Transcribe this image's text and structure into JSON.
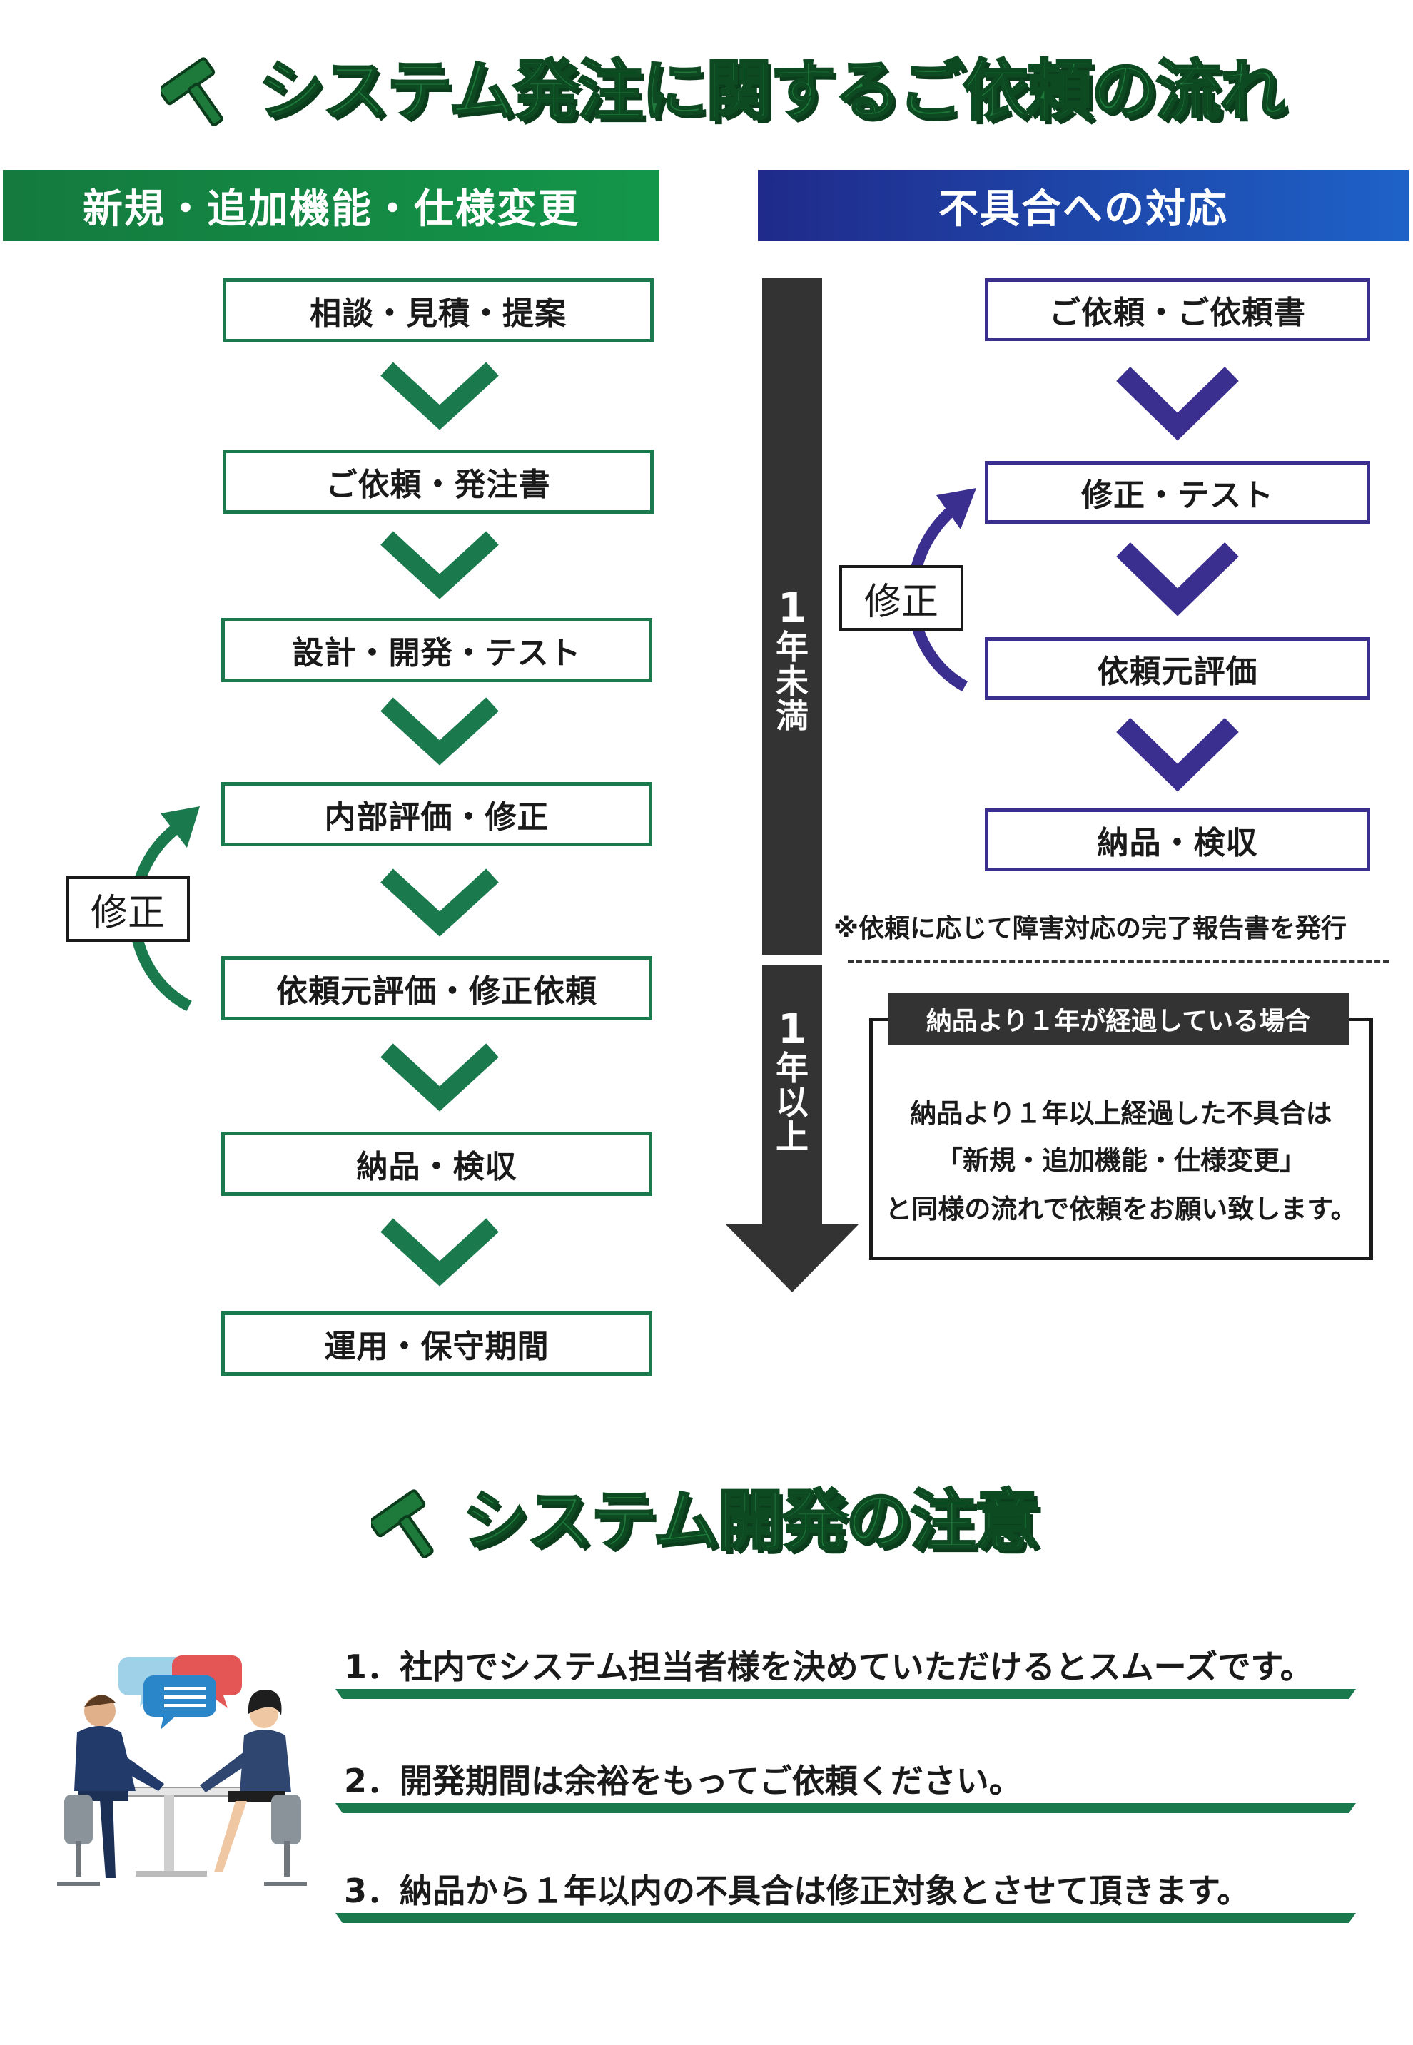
{
  "title1": "システム発注に関するご依頼の流れ",
  "title2": "システム開発の注意",
  "left": {
    "banner": "新規・追加機能・仕様変更",
    "steps": [
      "相談・見積・提案",
      "ご依頼・発注書",
      "設計・開発・テスト",
      "内部評価・修正",
      "依頼元評価・修正依頼",
      "納品・検収",
      "運用・保守期間"
    ],
    "fix_label": "修正"
  },
  "right": {
    "banner": "不具合への対応",
    "steps": [
      "ご依頼・ご依頼書",
      "修正・テスト",
      "依頼元評価",
      "納品・検収"
    ],
    "fix_label": "修正",
    "note": "※依頼に応じて障害対応の完了報告書を発行",
    "under_year": [
      "1",
      "年",
      "未",
      "満"
    ],
    "over_year": [
      "1",
      "年",
      "以",
      "上"
    ],
    "year_box": {
      "title": "納品より１年が経過している場合",
      "lines": [
        "納品より１年以上経過した不具合は",
        "「新規・追加機能・仕様変更」",
        "と同様の流れで依頼をお願い致します。"
      ]
    }
  },
  "cautions": [
    "1．社内でシステム担当者様を決めていただけるとスムーズです。",
    "2．開発期間は余裕をもってご依頼ください。",
    "3．納品から１年以内の不具合は修正対象とさせて頂きます。"
  ],
  "icons": [
    "hammer-icon",
    "chevron-down-icon",
    "curved-arrow-icon",
    "meeting-illustration"
  ],
  "colors": {
    "green": "#1a7a4e",
    "purple": "#3a2f8f",
    "dark": "#333333"
  }
}
